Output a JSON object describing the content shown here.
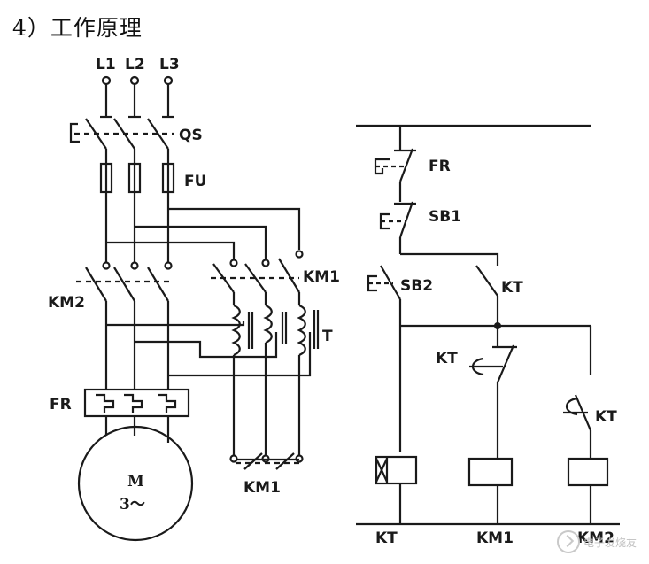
{
  "heading": "4）工作原理",
  "labels": {
    "l1": "L1",
    "l2": "L2",
    "l3": "L3",
    "qs": "QS",
    "fu": "FU",
    "km1_main": "KM1",
    "km2_main": "KM2",
    "t": "T",
    "fr_main": "FR",
    "km1_aux": "KM1",
    "motor_m": "M",
    "motor_phase": "3～",
    "fr_ctrl": "FR",
    "sb1": "SB1",
    "sb2": "SB2",
    "kt_contact": "KT",
    "kt_delay_nc": "KT",
    "kt_delay_no": "KT",
    "coil_kt": "KT",
    "coil_km1": "KM1",
    "coil_km2": "KM2"
  },
  "watermark": "电子发烧友",
  "colors": {
    "ink": "#1a1a1a",
    "watermark": "#bfbfbf"
  }
}
